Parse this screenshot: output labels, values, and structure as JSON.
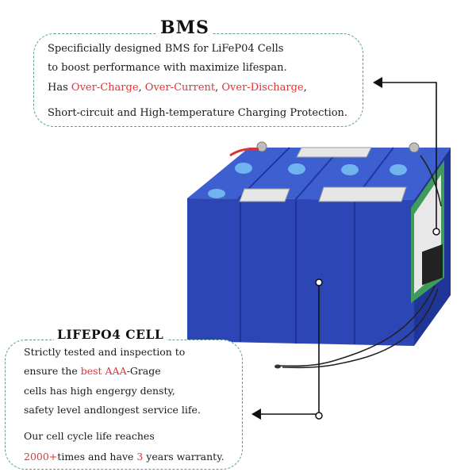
{
  "bms": {
    "title": "BMS",
    "line1": "Specificially designed BMS for LiFeP04 Cells",
    "line2": "to boost performance with maximize lifespan.",
    "line3_prefix": "Has ",
    "over_charge": "Over-Charge",
    "sep1": ", ",
    "over_current": "Over-Current",
    "sep2": ", ",
    "over_discharge": "Over-Discharge",
    "line3_suffix": ",",
    "line4": "Short-circuit and High-temperature Charging Protection."
  },
  "cell": {
    "title": "LIFEPO4 CELL",
    "line1": "Strictly tested and inspection to",
    "line2_prefix": "ensure the ",
    "best_aaa": "best AAA",
    "line2_suffix": "-Grage",
    "line3": "cells has high engergy densty,",
    "line4": "safety level andlongest service life.",
    "line5": "Our cell cycle life reaches",
    "cycles": "2000+",
    "line6_mid": "times and have ",
    "years": "3",
    "line6_suffix": " years warranty."
  },
  "colors": {
    "accent_red": "#e0343a",
    "dashed_border": "#5e9c8f",
    "cell_blue": "#2e47b8"
  },
  "icons": {
    "battery": "lifepo4-battery-pack-illustration",
    "bms_pointer": "arrow-left-icon",
    "cell_pointer": "arrow-left-icon"
  }
}
